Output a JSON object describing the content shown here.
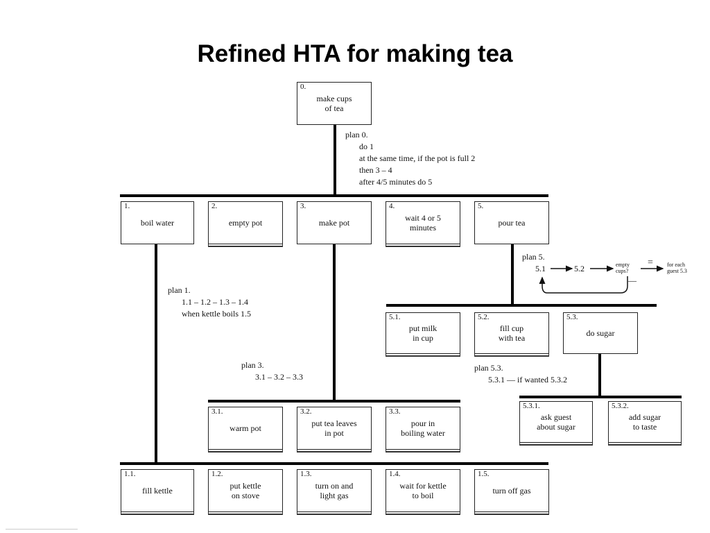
{
  "title": "Refined HTA for making tea",
  "nodes": {
    "n0": {
      "num": "0.",
      "label": "make cups\nof tea"
    },
    "n1": {
      "num": "1.",
      "label": "boil water"
    },
    "n2": {
      "num": "2.",
      "label": "empty pot"
    },
    "n3": {
      "num": "3.",
      "label": "make pot"
    },
    "n4": {
      "num": "4.",
      "label": "wait 4 or 5\nminutes"
    },
    "n5": {
      "num": "5.",
      "label": "pour tea"
    },
    "n51": {
      "num": "5.1.",
      "label": "put milk\nin cup"
    },
    "n52": {
      "num": "5.2.",
      "label": "fill cup\nwith tea"
    },
    "n53": {
      "num": "5.3.",
      "label": "do sugar"
    },
    "n531": {
      "num": "5.3.1.",
      "label": "ask guest\nabout sugar"
    },
    "n532": {
      "num": "5.3.2.",
      "label": "add sugar\nto taste"
    },
    "n31": {
      "num": "3.1.",
      "label": "warm pot"
    },
    "n32": {
      "num": "3.2.",
      "label": "put tea leaves\nin pot"
    },
    "n33": {
      "num": "3.3.",
      "label": "pour in\nboiling water"
    },
    "n11": {
      "num": "1.1.",
      "label": "fill kettle"
    },
    "n12": {
      "num": "1.2.",
      "label": "put kettle\non stove"
    },
    "n13": {
      "num": "1.3.",
      "label": "turn on and\nlight gas"
    },
    "n14": {
      "num": "1.4.",
      "label": "wait for kettle\nto boil"
    },
    "n15": {
      "num": "1.5.",
      "label": "turn off gas"
    }
  },
  "plans": {
    "plan0": {
      "head": "plan 0.",
      "lines": [
        "do 1",
        "at the same time, if the pot is full 2",
        "then 3 – 4",
        "after 4/5 minutes do 5"
      ]
    },
    "plan1": {
      "head": "plan 1.",
      "lines": [
        "1.1 – 1.2 – 1.3 – 1.4",
        "when kettle boils  1.5"
      ]
    },
    "plan3": {
      "head": "plan 3.",
      "lines": [
        "3.1 – 3.2 – 3.3"
      ]
    },
    "plan5": {
      "head": "plan 5.",
      "s1": "5.1",
      "s2": "5.2",
      "cond": "empty\ncups?",
      "eq": "=",
      "dash": "—",
      "result": "for each\nguest 5.3"
    },
    "plan53": {
      "head": "plan 5.3.",
      "lines": [
        "5.3.1 — if wanted 5.3.2"
      ]
    }
  }
}
